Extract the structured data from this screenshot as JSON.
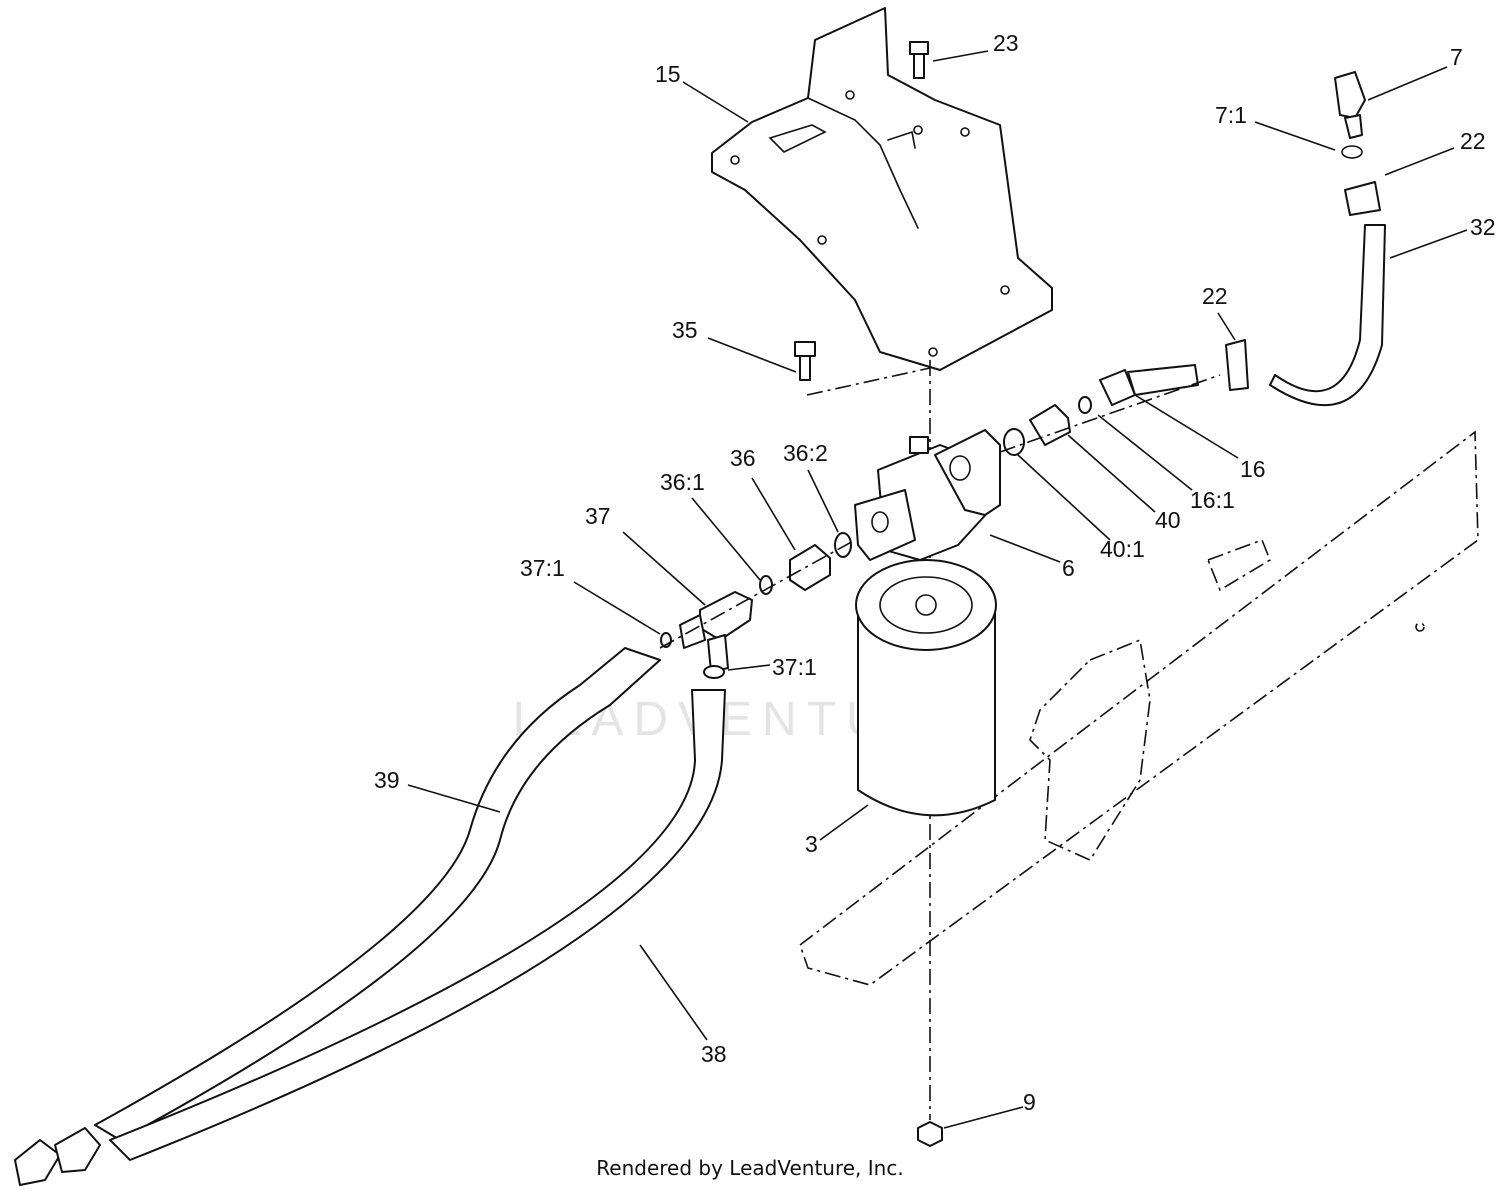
{
  "watermark": "LEADVENTURE",
  "footer": "Rendered by LeadVenture, Inc.",
  "callouts": [
    "15",
    "23",
    "7",
    "7:1",
    "22",
    "32",
    "22",
    "35",
    "16",
    "16:1",
    "40",
    "40:1",
    "36",
    "36:2",
    "36:1",
    "37",
    "37:1",
    "6",
    "37:1",
    "39",
    "3",
    "38",
    "9"
  ]
}
